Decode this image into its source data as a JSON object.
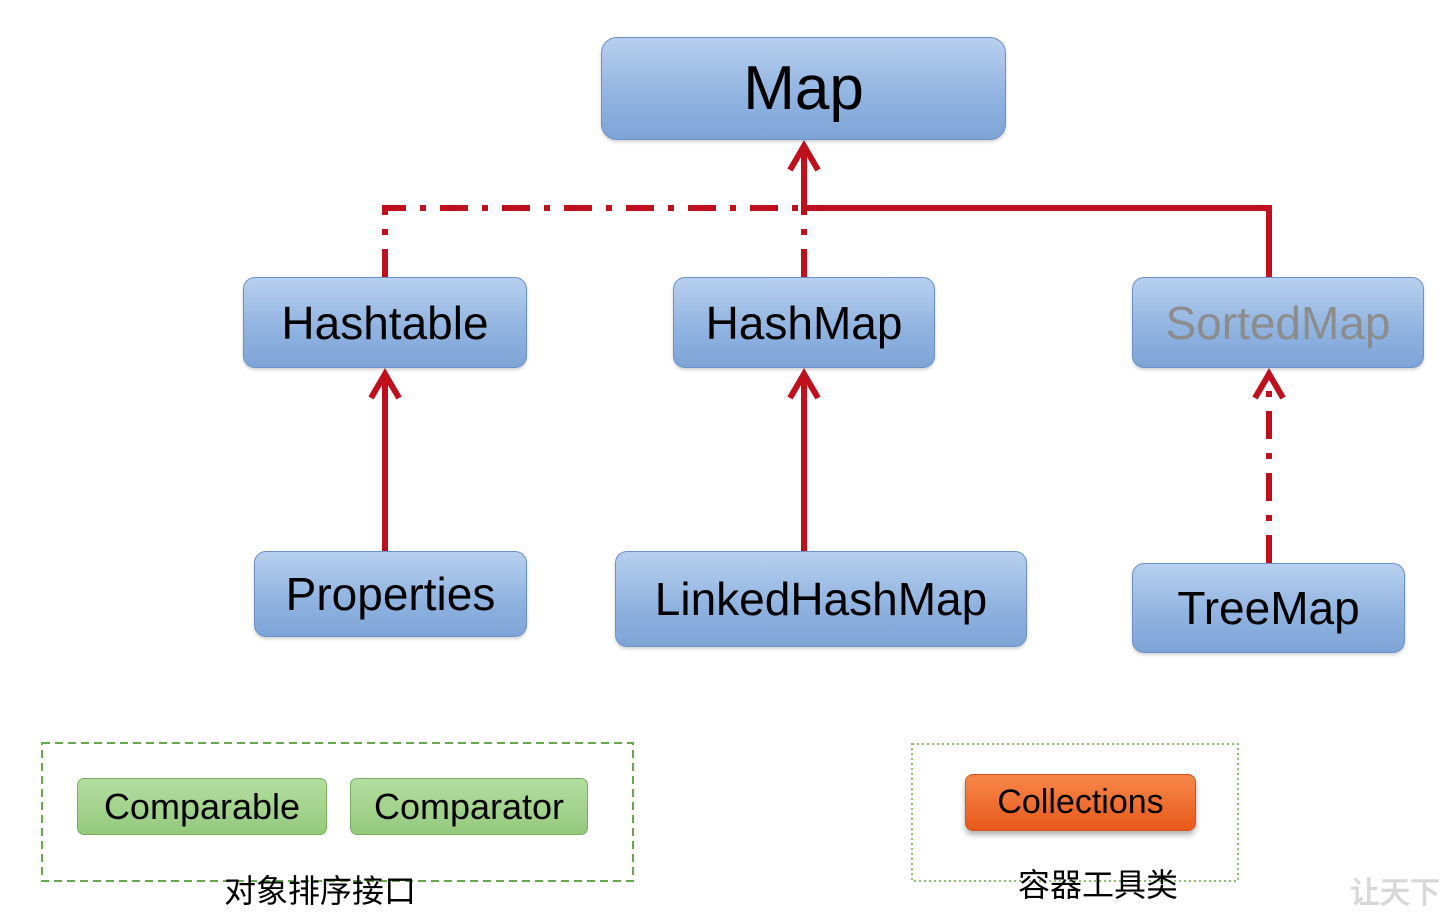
{
  "nodes": {
    "map": "Map",
    "hashtable": "Hashtable",
    "hashmap": "HashMap",
    "sortedmap": "SortedMap",
    "properties": "Properties",
    "linkedhashmap": "LinkedHashMap",
    "treemap": "TreeMap"
  },
  "sorting_group": {
    "items": [
      "Comparable",
      "Comparator"
    ],
    "caption": "对象排序接口"
  },
  "utility_group": {
    "item": "Collections",
    "caption": "容器工具类"
  },
  "watermark": "让天下",
  "colors": {
    "edge": "#c0101e",
    "node_fill": "#9dbbe6",
    "green_fill": "#a3d38b",
    "orange_fill": "#ef6e2e"
  }
}
